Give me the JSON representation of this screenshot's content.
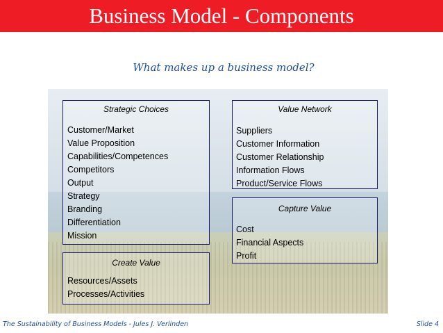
{
  "slide": {
    "title": "Business Model - Components",
    "subtitle": "What makes up a business model?",
    "footer_left": "The Sustainability of Business Models - Jules J. Verlinden",
    "footer_right": "Slide 4"
  },
  "colors": {
    "title_bar": "#ee1c25",
    "accent_text": "#1f4e9a",
    "box_border": "#17176b"
  },
  "boxes": {
    "strategic_choices": {
      "title": "Strategic Choices",
      "items": [
        "Customer/Market",
        "Value Proposition",
        "Capabilities/Competences",
        "Competitors",
        "Output",
        "Strategy",
        "Branding",
        "Differentiation",
        "Mission"
      ]
    },
    "value_network": {
      "title": "Value Network",
      "items": [
        "Suppliers",
        "Customer Information",
        "Customer Relationship",
        "Information Flows",
        "Product/Service Flows"
      ]
    },
    "capture_value": {
      "title": "Capture Value",
      "items": [
        "Cost",
        "Financial Aspects",
        "Profit"
      ]
    },
    "create_value": {
      "title": "Create Value",
      "items": [
        "Resources/Assets",
        "Processes/Activities"
      ]
    }
  }
}
